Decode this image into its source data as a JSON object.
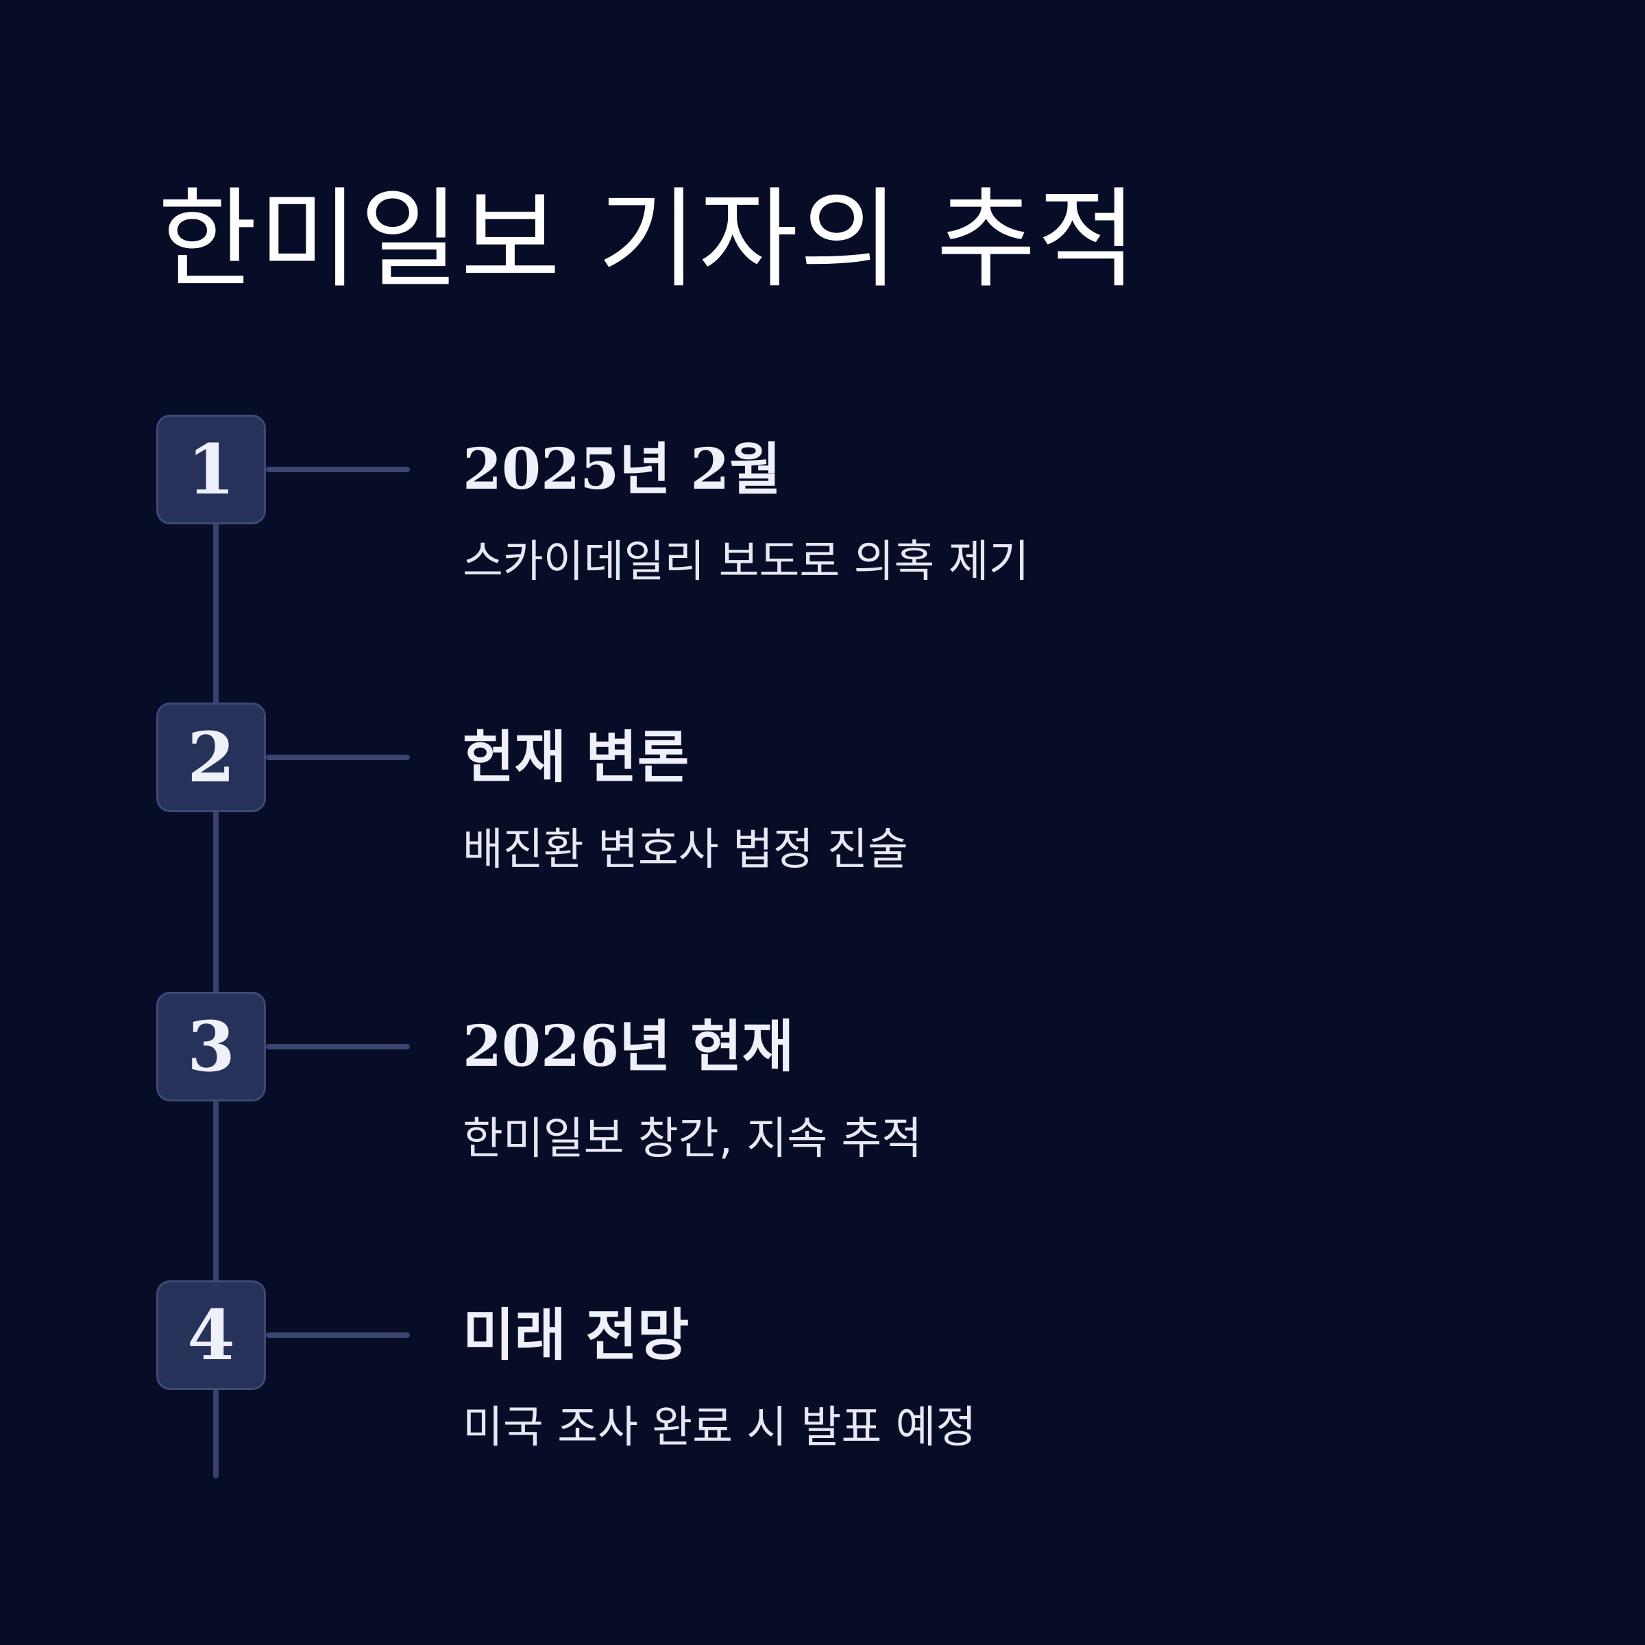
{
  "title": "한미일보 기자의 추적",
  "steps": [
    {
      "number": "1",
      "heading": "2025년 2월",
      "description": "스카이데일리 보도로 의혹 제기"
    },
    {
      "number": "2",
      "heading": "헌재 변론",
      "description": "배진환 변호사 법정 진술"
    },
    {
      "number": "3",
      "heading": "2026년 현재",
      "description": "한미일보 창간, 지속 추적"
    },
    {
      "number": "4",
      "heading": "미래 전망",
      "description": "미국 조사 완료 시 발표 예정"
    }
  ],
  "colors": {
    "background": "#070d26",
    "badge_fill": "#263259",
    "badge_border": "#3d4a77",
    "line": "#39426a",
    "text": "#eef0fa"
  }
}
